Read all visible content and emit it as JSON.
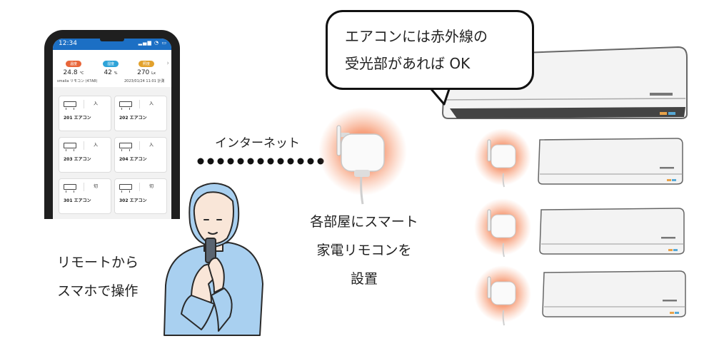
{
  "phone": {
    "time": "12:34",
    "sensors": [
      {
        "label": "温度",
        "value": "24.8",
        "unit": "°C",
        "color": "#e8663a"
      },
      {
        "label": "湿度",
        "value": "42",
        "unit": "%",
        "color": "#2ea3d8"
      },
      {
        "label": "照度",
        "value": "270",
        "unit": "Lx",
        "color": "#e2a12c"
      }
    ],
    "device_name": "smalia リモコン (47A8)",
    "timestamp": "2023/01/24 11:01 計測",
    "rooms": [
      {
        "name": "201 エアコン",
        "state": "入"
      },
      {
        "name": "202 エアコン",
        "state": "入"
      },
      {
        "name": "203 エアコン",
        "state": "入"
      },
      {
        "name": "204 エアコン",
        "state": "入"
      },
      {
        "name": "301 エアコン",
        "state": "切"
      },
      {
        "name": "302 エアコン",
        "state": "切"
      }
    ]
  },
  "bubble": {
    "line1": "エアコンには赤外線の",
    "line2": "受光部があれば OK"
  },
  "labels": {
    "internet": "インターネット",
    "install_1": "各部屋にスマート",
    "install_2": "家電リモコンを",
    "install_3": "設置",
    "operate_1": "リモートから",
    "operate_2": "スマホで操作"
  },
  "colors": {
    "app_blue": "#1c6fc4",
    "glow": "#f26b3a",
    "person_shirt": "#a9d0f0"
  }
}
